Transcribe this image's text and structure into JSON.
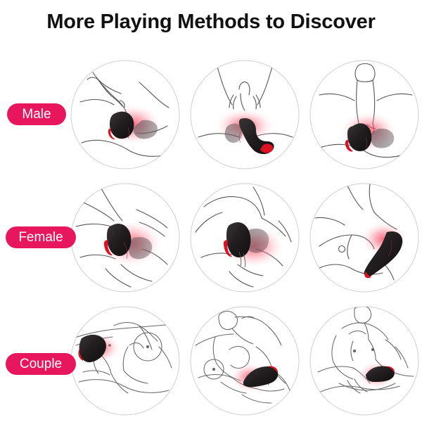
{
  "page": {
    "title": "More Playing Methods to Discover",
    "background_color": "#ffffff",
    "title_color": "#111111"
  },
  "theme": {
    "badge_bg": "#e8175d",
    "badge_text": "#ffffff",
    "outline_stroke": "#6f6f6f",
    "circle_stroke": "#cfcfcf",
    "device_body": "#231f20",
    "device_accent": "#d81324",
    "glow_color": "#f4556b"
  },
  "rows": [
    {
      "id": "male",
      "label": "Male",
      "panels": [
        {
          "id": "male-1",
          "name": "male-scene-1",
          "caption_visible": false
        },
        {
          "id": "male-2",
          "name": "male-scene-2",
          "caption_visible": false
        },
        {
          "id": "male-3",
          "name": "male-scene-3",
          "caption_visible": false
        }
      ]
    },
    {
      "id": "female",
      "label": "Female",
      "panels": [
        {
          "id": "female-1",
          "name": "female-scene-1",
          "caption_visible": false
        },
        {
          "id": "female-2",
          "name": "female-scene-2",
          "caption_visible": false
        },
        {
          "id": "female-3",
          "name": "female-scene-3",
          "caption_visible": false
        }
      ]
    },
    {
      "id": "couple",
      "label": "Couple",
      "panels": [
        {
          "id": "couple-1",
          "name": "couple-scene-1",
          "caption_visible": false
        },
        {
          "id": "couple-2",
          "name": "couple-scene-2",
          "caption_visible": false
        },
        {
          "id": "couple-3",
          "name": "couple-scene-3",
          "caption_visible": false
        }
      ]
    }
  ]
}
